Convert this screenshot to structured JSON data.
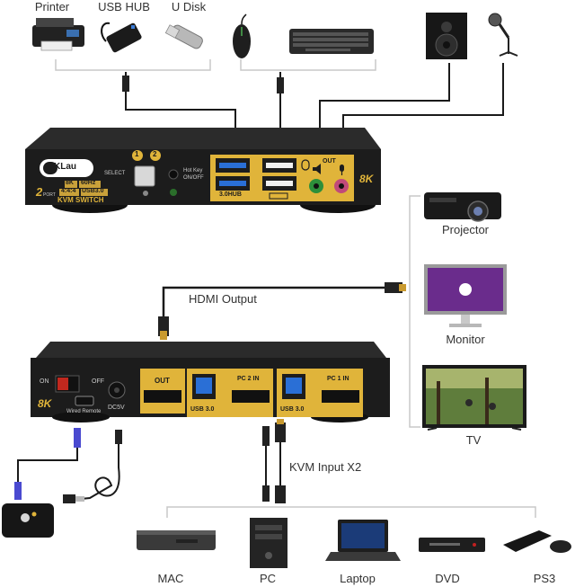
{
  "top_peripherals": {
    "printer_label": "Printer",
    "usb_hub_label": "USB HUB",
    "udisk_label": "U Disk"
  },
  "displays": {
    "projector_label": "Projector",
    "monitor_label": "Monitor",
    "tv_label": "TV"
  },
  "top_unit": {
    "brand": "KLau",
    "badge_8k": "8K",
    "badge_60hz": "60Hz",
    "badge_444": "4:4:4",
    "badge_usb30": "USB3.0",
    "model_text": "KVM SWITCH",
    "port_count": "2",
    "port_word": "PORT",
    "select_label": "SELECT",
    "pc_1": "1",
    "pc_2": "2",
    "hotkey_label": "Hot Key",
    "hotkey_state": "ON/OFF",
    "hub_label": "3.0HUB",
    "audio_out_label": "OUT",
    "corner_8k": "8K"
  },
  "bottom_unit": {
    "on_label": "ON",
    "off_label": "OFF",
    "corner_8k": "8K",
    "wired_remote_label": "Wired Remote",
    "dc_label": "DC5V",
    "out_label": "OUT",
    "pc2_in_label": "PC 2 IN",
    "pc1_in_label": "PC 1 IN",
    "usb30_a": "USB 3.0",
    "usb30_b": "USB 3.0"
  },
  "cables": {
    "hdmi_output_label": "HDMI Output",
    "kvm_input_label": "KVM Input X2"
  },
  "sources": {
    "mac_label": "MAC",
    "pc_label": "PC",
    "laptop_label": "Laptop",
    "dvd_label": "DVD",
    "ps3_label": "PS3"
  },
  "colors": {
    "unit_body": "#1c1c1c",
    "gold_panel": "#e0b43a",
    "hdmi_gold": "#c99a2e",
    "usb_blue": "#2a6fd6",
    "cable": "#1a1a1a",
    "bracket": "#c8c8c8"
  }
}
